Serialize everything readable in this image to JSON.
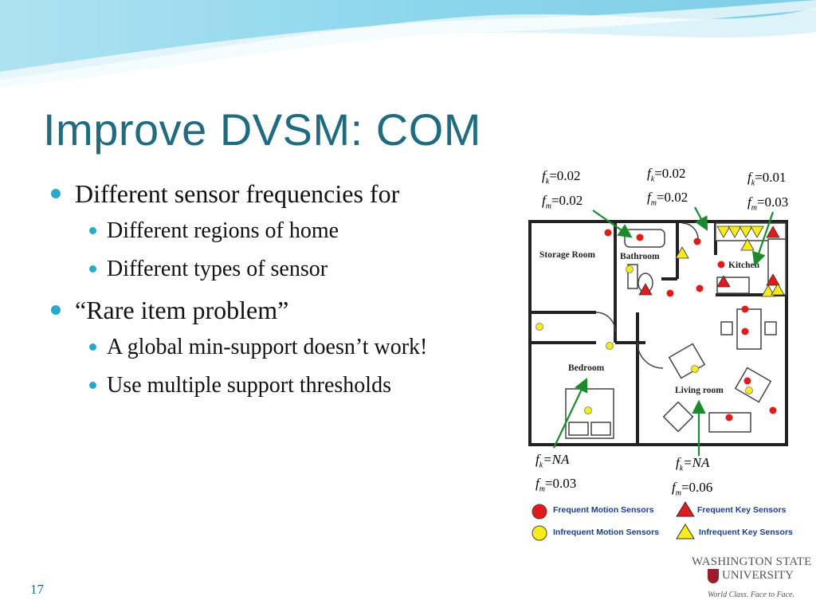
{
  "slide": {
    "title": "Improve DVSM: COM",
    "page_number": "17"
  },
  "bullets": [
    {
      "text": "Different sensor frequencies for",
      "sub": [
        "Different regions of home",
        "Different types of sensor"
      ]
    },
    {
      "text": "“Rare item problem”",
      "sub": [
        "A global min-support doesn’t work!",
        "Use multiple support thresholds"
      ]
    }
  ],
  "floorplan": {
    "rooms": {
      "storage": "Storage Room",
      "bathroom": "Bathroom",
      "kitchen": "Kitchen",
      "bedroom": "Bedroom",
      "living": "Living room"
    },
    "annotations": {
      "bath": {
        "fk": "=0.02",
        "fm": "=0.02"
      },
      "hall": {
        "fk": "=0.02",
        "fm": "=0.02"
      },
      "kitchen": {
        "fk": "=0.01",
        "fm": "=0.03"
      },
      "bedroom": {
        "fk": "=NA",
        "fm": "=0.03"
      },
      "living": {
        "fk": "=NA",
        "fm": "=0.06"
      }
    },
    "symbol": {
      "f": "f",
      "k": "k",
      "m": "m"
    }
  },
  "legend": {
    "frequent_motion": "Frequent Motion Sensors",
    "frequent_key": "Frequent Key Sensors",
    "infrequent_motion": "Infrequent Motion Sensors",
    "infrequent_key": "Infrequent Key Sensors"
  },
  "logo": {
    "line1": "WASHINGTON STATE",
    "line2": "UNIVERSITY",
    "tagline": "World Class. Face to Face."
  },
  "colors": {
    "title": "#1f6b80",
    "bullet": "#2aa7c9",
    "sensor_frequent": "#e01b1b",
    "sensor_infrequent": "#f5ec1a",
    "arrow": "#1a8a2a"
  }
}
